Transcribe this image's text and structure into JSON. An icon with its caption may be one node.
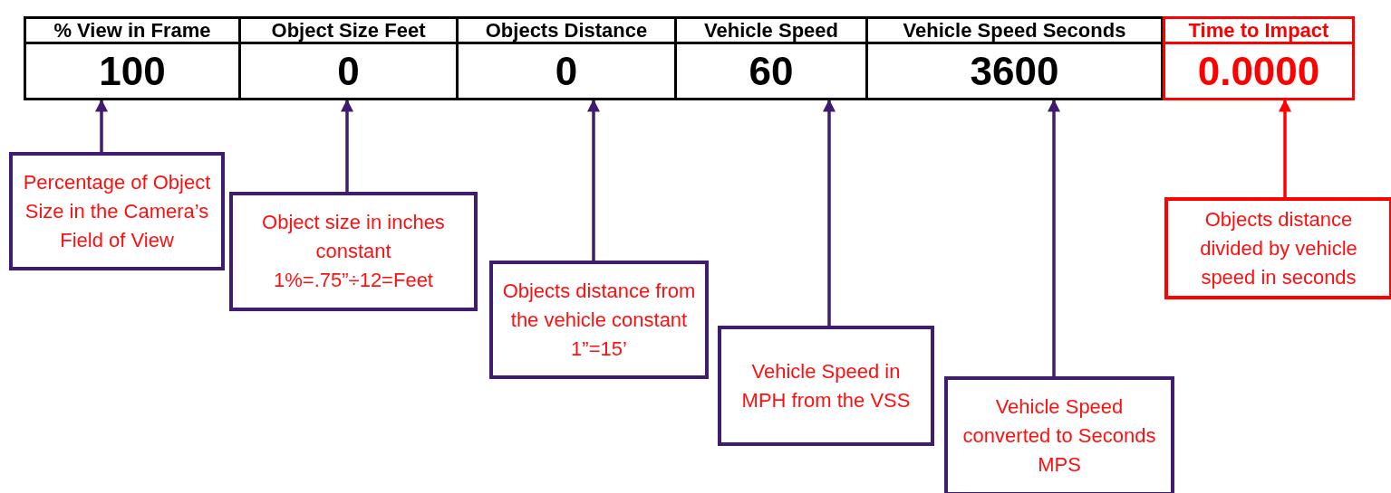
{
  "diagram": {
    "nodes": [
      {
        "text": [
          "% View in Frame",
          "100"
        ]
      },
      {
        "text": [
          "Object Size Feet",
          "0"
        ]
      },
      {
        "text": [
          "Objects Distance",
          "0"
        ]
      },
      {
        "text": [
          "Vehicle Speed",
          "60"
        ]
      },
      {
        "text": [
          "Vehicle Speed Seconds",
          "3600"
        ]
      },
      {
        "text": [
          "Time to Impact",
          "0.0000"
        ]
      },
      {
        "text": [
          "Percentage of Object Size in the Camera’s Field of View"
        ]
      },
      {
        "text": [
          "Object size in inches constant 1%=.75”÷12=Feet"
        ]
      },
      {
        "text": [
          "Objects distance from the vehicle constant 1”=15’"
        ]
      },
      {
        "text": [
          "Vehicle Speed in MPH from the VSS"
        ]
      },
      {
        "text": [
          "Vehicle Speed converted to Seconds MPS"
        ]
      },
      {
        "text": [
          "Objects distance divided by vehicle speed in seconds"
        ]
      }
    ],
    "edges": [
      {
        "from": 6,
        "to": 0,
        "arrow": "to"
      },
      {
        "from": 7,
        "to": 1,
        "arrow": "to"
      },
      {
        "from": 8,
        "to": 2,
        "arrow": "to"
      },
      {
        "from": 9,
        "to": 3,
        "arrow": "to"
      },
      {
        "from": 10,
        "to": 4,
        "arrow": "to"
      },
      {
        "from": 11,
        "to": 5,
        "arrow": "to",
        "color": "#ff0000"
      }
    ]
  }
}
